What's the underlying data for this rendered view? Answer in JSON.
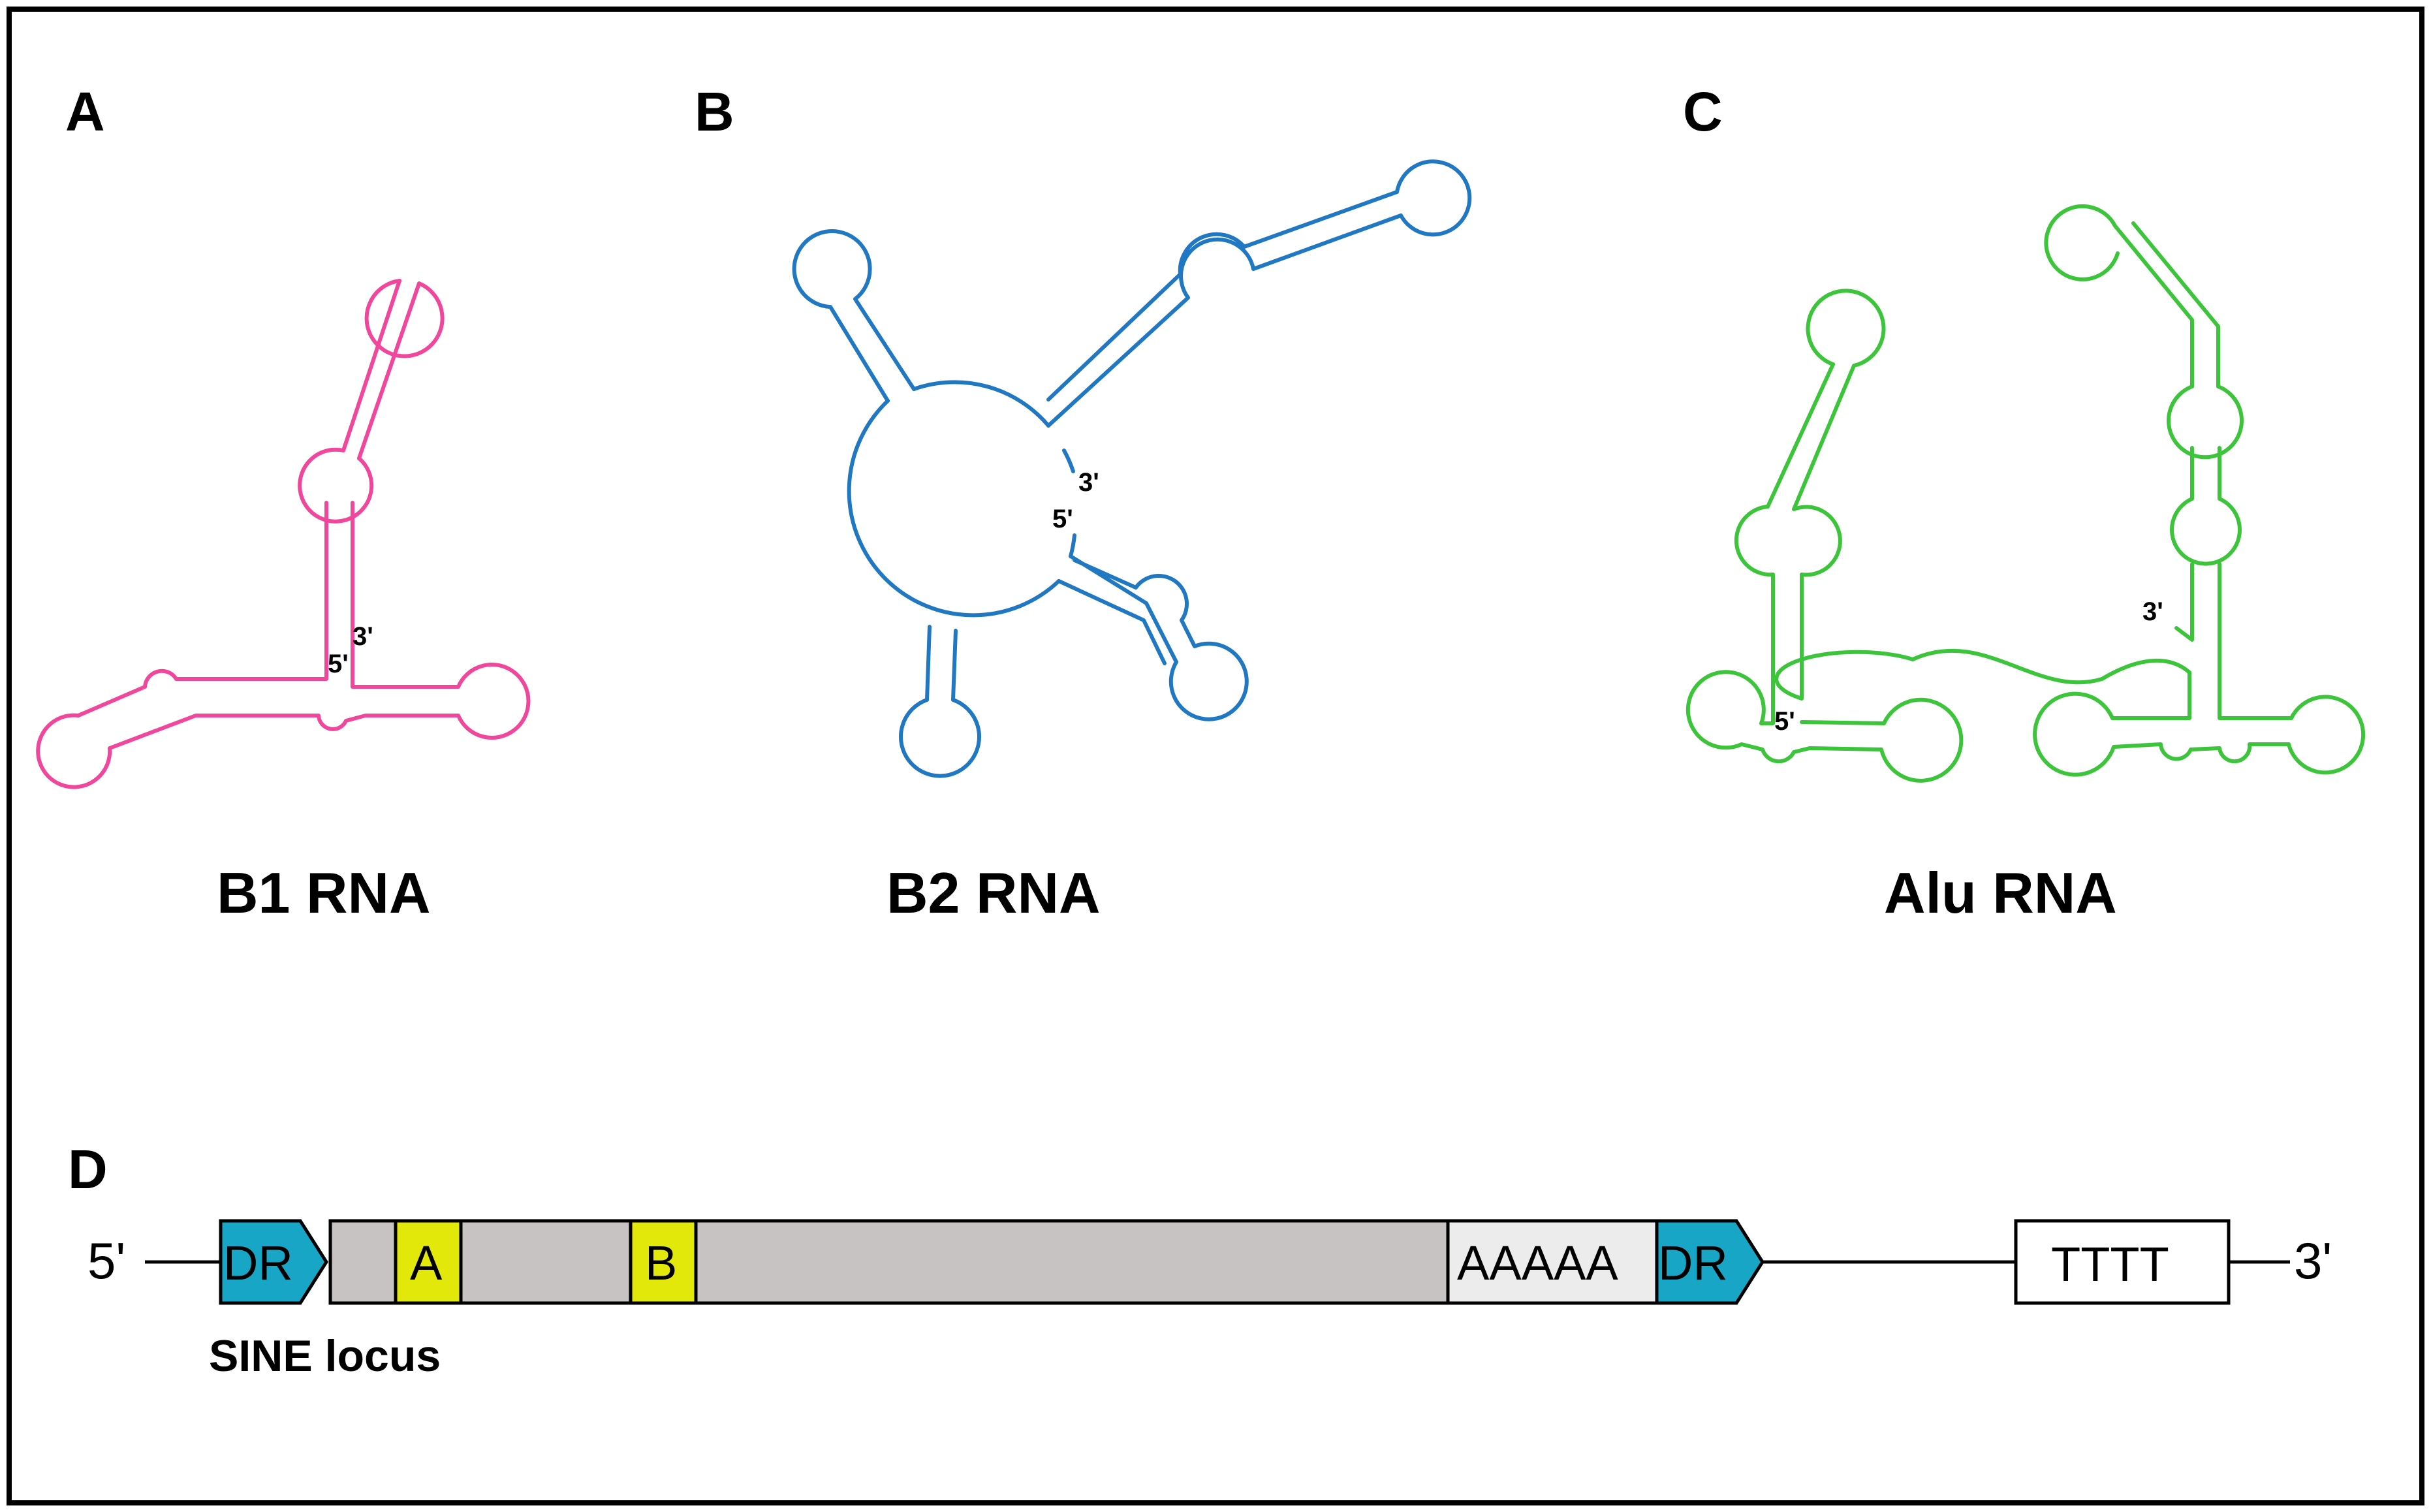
{
  "panels": {
    "a": {
      "letter": "A",
      "name": "B1 RNA",
      "end5": "5'",
      "end3": "3'"
    },
    "b": {
      "letter": "B",
      "name": "B2 RNA",
      "end5": "5'",
      "end3": "3'"
    },
    "c": {
      "letter": "C",
      "name": "Alu RNA",
      "end5": "5'",
      "end3": "3'"
    },
    "d": {
      "letter": "D",
      "end5": "5'",
      "end3": "3'",
      "caption": "SINE locus",
      "dr_left": "DR",
      "box_a": "A",
      "box_b": "B",
      "polya": "AAAAA",
      "dr_right": "DR",
      "terminator": "TTTT"
    }
  },
  "colors": {
    "b1_stroke": "#f0479c",
    "b2_stroke": "#1f78c1",
    "alu_stroke": "#3cc43a",
    "dr_fill": "#17a6c6",
    "ab_fill": "#e1e80a",
    "body_fill": "#c8c3c3",
    "polya_fill": "#ececec",
    "frame": "#000000"
  }
}
